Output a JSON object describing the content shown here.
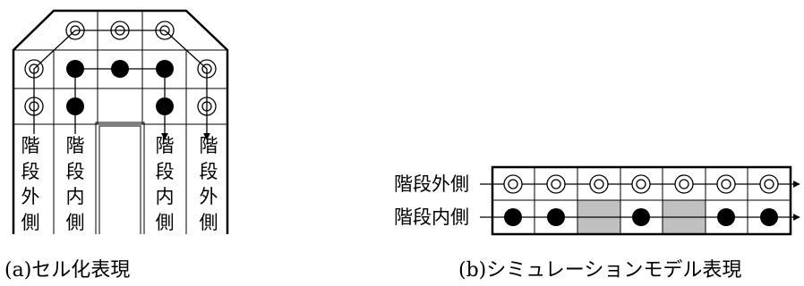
{
  "panel_a": {
    "caption": "(a)セル化表現",
    "column_labels": [
      [
        "階",
        "段",
        "外",
        "側"
      ],
      [
        "階",
        "段",
        "内",
        "側"
      ],
      [
        "階",
        "段",
        "内",
        "側"
      ],
      [
        "階",
        "段",
        "外",
        "側"
      ]
    ]
  },
  "panel_b": {
    "caption": "(b)シミュレーションモデル表現",
    "row_labels": [
      "階段外側",
      "階段内側"
    ],
    "outer_row": [
      "double-circle",
      "double-circle",
      "double-circle",
      "double-circle",
      "double-circle",
      "double-circle",
      "double-circle"
    ],
    "inner_row": [
      "filled-circle",
      "filled-circle",
      "gray-cell",
      "filled-circle",
      "gray-cell",
      "filled-circle",
      "filled-circle"
    ]
  },
  "colors": {
    "line": "#000000",
    "gray_cell": "#c0c0c0",
    "background": "#ffffff"
  }
}
